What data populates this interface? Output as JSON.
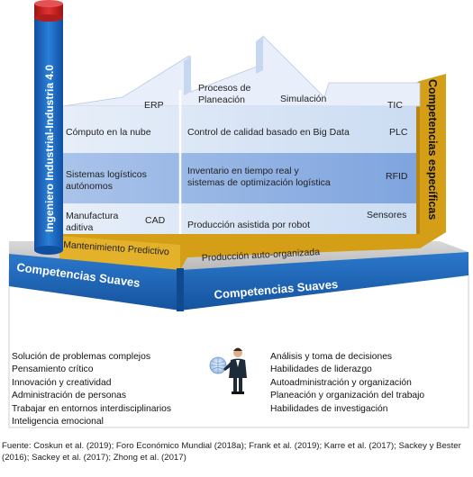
{
  "pillar_label": "Ingeniero Industrial-Industria 4.0",
  "right_band_label": "Competencias específicas",
  "factory": {
    "row1": {
      "erp": "ERP",
      "procesos": "Procesos de\nPlaneación",
      "simulacion": "Simulación",
      "tic": "TIC"
    },
    "row2": {
      "computo": "Cómputo en la nube",
      "control": "Control de calidad basado en Big Data",
      "plc": "PLC"
    },
    "row3": {
      "sistemas": "Sistemas logísticos\nautónomos",
      "inventario": "Inventario en tiempo real y\nsistemas de optimización logística",
      "rfid": "RFID"
    },
    "row4": {
      "manufactura": "Manufactura\naditiva",
      "cad": "CAD",
      "produccion_robot": "Producción asistida por robot",
      "sensores": "Sensores"
    },
    "base_left": "Mantenimiento Predictivo",
    "base_right": "Producción auto-organizada"
  },
  "soft_band_left": "Competencias Suaves",
  "soft_band_right": "Competencias Suaves",
  "soft_left": [
    "Solución de problemas complejos",
    "Pensamiento crítico",
    "Innovación y creatividad",
    "Administración de personas",
    "Trabajar en entornos interdisciplinarios",
    "Inteligencia emocional"
  ],
  "soft_right": [
    "Análisis y toma de decisiones",
    "Habilidades de liderazgo",
    "Autoadministración y organización",
    "Planeación y organización del trabajo",
    "Habilidades de investigación"
  ],
  "source_note": "Fuente: Coskun et al. (2019); Foro Económico Mundial (2018a); Frank et al. (2019); Karre et al. (2017); Sackey y Bester (2016); Sackey et al. (2017); Zhong et al. (2017)",
  "colors": {
    "blue_band": "#1e64b4",
    "gold": "#d29b14",
    "pillar_red": "#c81e1e",
    "floor_gray": "#c9c9c9"
  }
}
